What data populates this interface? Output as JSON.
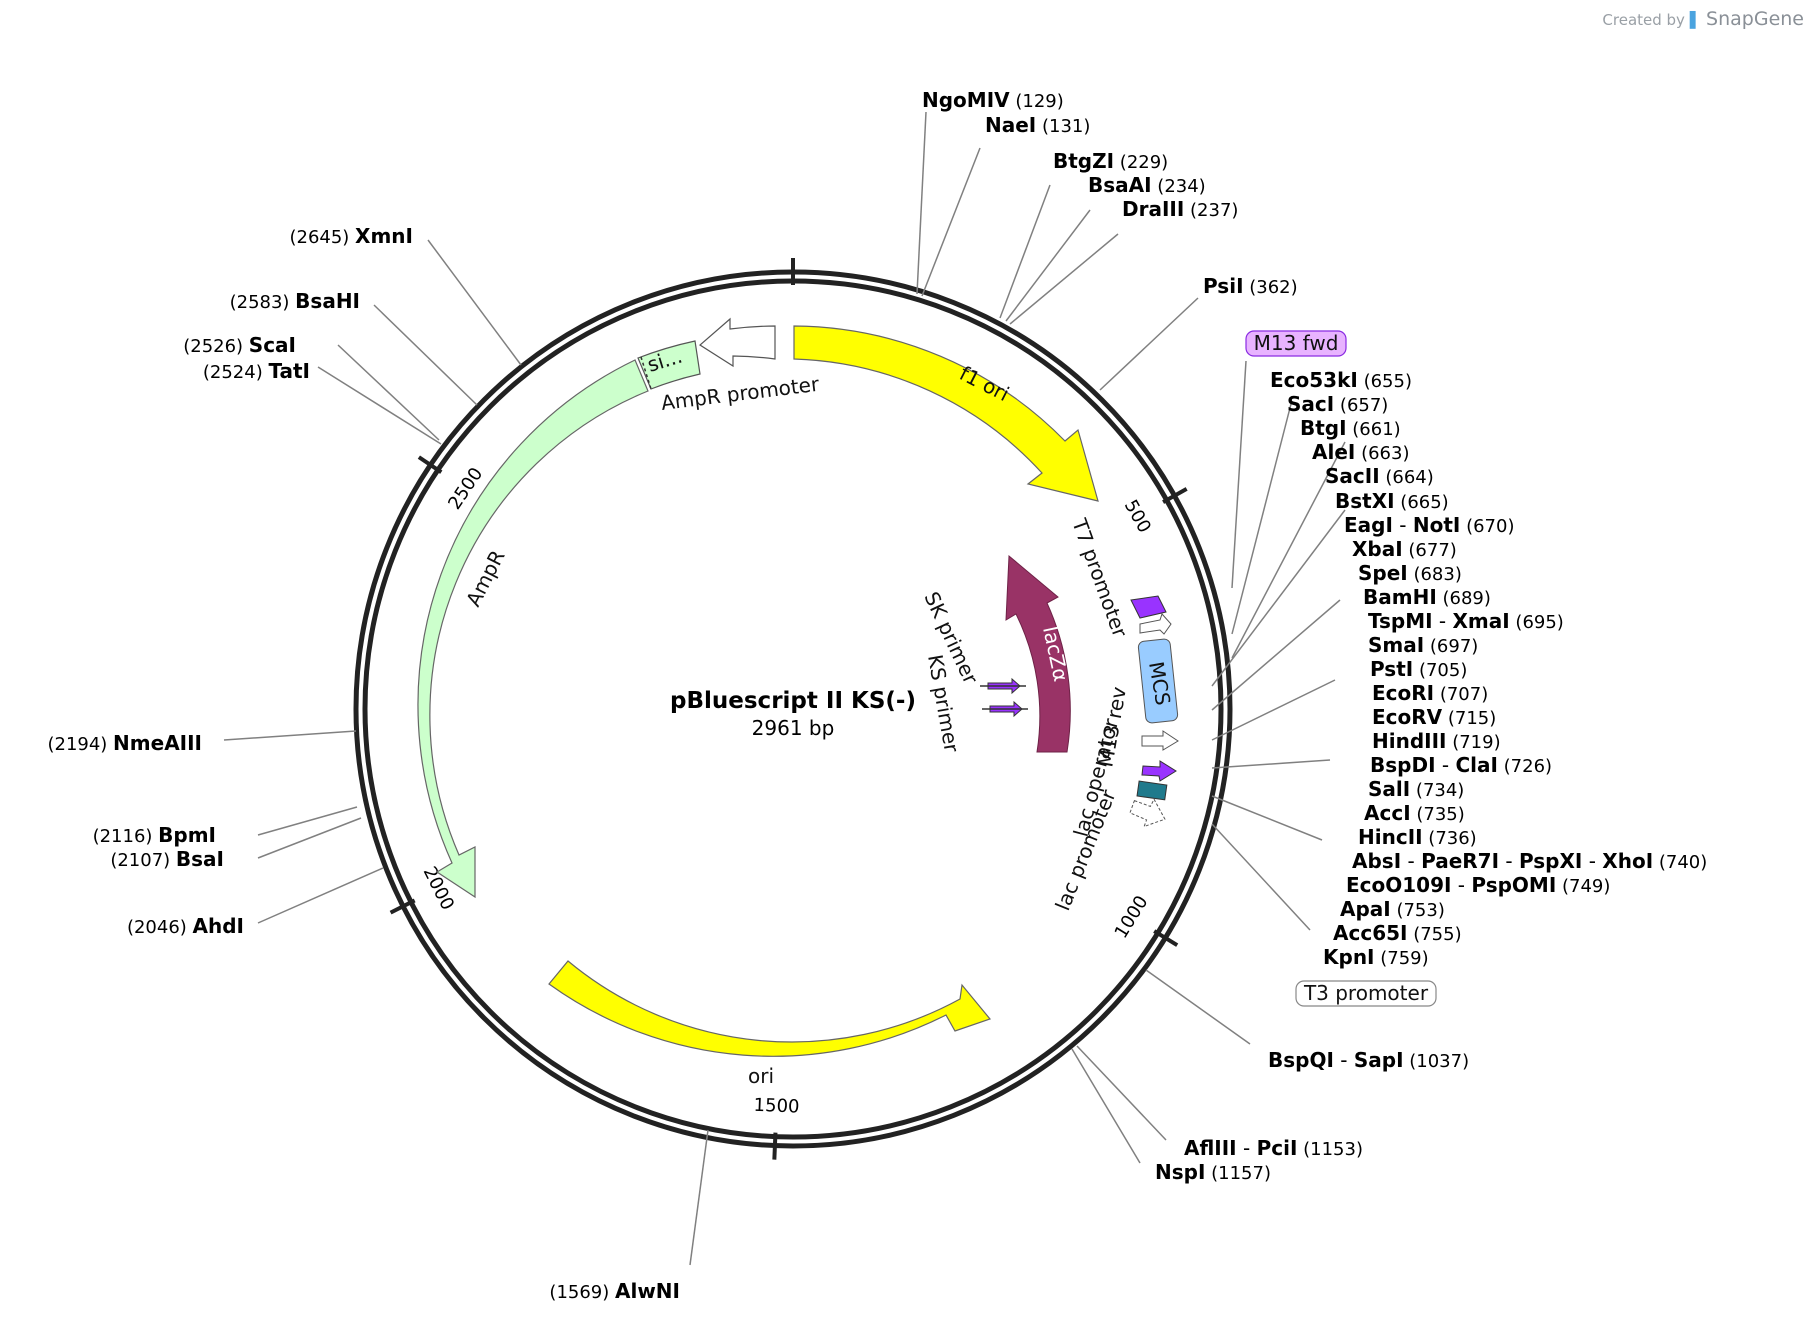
{
  "watermark": {
    "prefix": "Created by",
    "brand": "SnapGene"
  },
  "plasmid": {
    "name": "pBluescript II KS(-)",
    "length_label": "2961 bp",
    "length": 2961
  },
  "ticks": [
    {
      "pos": 0,
      "label": ""
    },
    {
      "pos": 500,
      "label": "500"
    },
    {
      "pos": 1000,
      "label": "1000"
    },
    {
      "pos": 1500,
      "label": "1500"
    },
    {
      "pos": 2000,
      "label": "2000"
    },
    {
      "pos": 2500,
      "label": "2500"
    }
  ],
  "features": [
    {
      "name": "f1 ori",
      "color": "#ffff00"
    },
    {
      "name": "AmpR",
      "color": "#ccffcc"
    },
    {
      "name": "AmpR promoter",
      "color": "#ffffff"
    },
    {
      "name": "si...",
      "color": "#ccffcc"
    },
    {
      "name": "ori",
      "color": "#ffff00"
    },
    {
      "name": "lacZα",
      "color": "#993366"
    },
    {
      "name": "MCS",
      "color": "#99ccff"
    },
    {
      "name": "T7 promoter",
      "color": "#ffffff"
    },
    {
      "name": "M13 rev",
      "color": "#9933ff"
    },
    {
      "name": "lac operator",
      "color": "#1f7a8c"
    },
    {
      "name": "lac promoter",
      "color": "#ffffff"
    },
    {
      "name": "SK primer",
      "color": "#9933ff"
    },
    {
      "name": "KS primer",
      "color": "#9933ff"
    }
  ],
  "boxed_labels": [
    {
      "name": "M13 fwd",
      "color": "#e8b3ff"
    },
    {
      "name": "T3 promoter",
      "color": "#ffffff"
    }
  ],
  "sites": [
    {
      "names": [
        "NgoMIV"
      ],
      "pos": "(129)"
    },
    {
      "names": [
        "NaeI"
      ],
      "pos": "(131)"
    },
    {
      "names": [
        "BtgZI"
      ],
      "pos": "(229)"
    },
    {
      "names": [
        "BsaAI"
      ],
      "pos": "(234)"
    },
    {
      "names": [
        "DraIII"
      ],
      "pos": "(237)"
    },
    {
      "names": [
        "PsiI"
      ],
      "pos": "(362)"
    },
    {
      "names": [
        "Eco53kI"
      ],
      "pos": "(655)"
    },
    {
      "names": [
        "SacI"
      ],
      "pos": "(657)"
    },
    {
      "names": [
        "BtgI"
      ],
      "pos": "(661)"
    },
    {
      "names": [
        "AleI"
      ],
      "pos": "(663)"
    },
    {
      "names": [
        "SacII"
      ],
      "pos": "(664)"
    },
    {
      "names": [
        "BstXI"
      ],
      "pos": "(665)"
    },
    {
      "names": [
        "EagI",
        "NotI"
      ],
      "pos": "(670)"
    },
    {
      "names": [
        "XbaI"
      ],
      "pos": "(677)"
    },
    {
      "names": [
        "SpeI"
      ],
      "pos": "(683)"
    },
    {
      "names": [
        "BamHI"
      ],
      "pos": "(689)"
    },
    {
      "names": [
        "TspMI",
        "XmaI"
      ],
      "pos": "(695)"
    },
    {
      "names": [
        "SmaI"
      ],
      "pos": "(697)"
    },
    {
      "names": [
        "PstI"
      ],
      "pos": "(705)"
    },
    {
      "names": [
        "EcoRI"
      ],
      "pos": "(707)"
    },
    {
      "names": [
        "EcoRV"
      ],
      "pos": "(715)"
    },
    {
      "names": [
        "HindIII"
      ],
      "pos": "(719)"
    },
    {
      "names": [
        "BspDI",
        "ClaI"
      ],
      "pos": "(726)"
    },
    {
      "names": [
        "SalI"
      ],
      "pos": "(734)"
    },
    {
      "names": [
        "AccI"
      ],
      "pos": "(735)"
    },
    {
      "names": [
        "HincII"
      ],
      "pos": "(736)"
    },
    {
      "names": [
        "AbsI",
        "PaeR7I",
        "PspXI",
        "XhoI"
      ],
      "pos": "(740)"
    },
    {
      "names": [
        "EcoO109I",
        "PspOMI"
      ],
      "pos": "(749)"
    },
    {
      "names": [
        "ApaI"
      ],
      "pos": "(753)"
    },
    {
      "names": [
        "Acc65I"
      ],
      "pos": "(755)"
    },
    {
      "names": [
        "KpnI"
      ],
      "pos": "(759)"
    },
    {
      "names": [
        "BspQI",
        "SapI"
      ],
      "pos": "(1037)"
    },
    {
      "names": [
        "AflIII",
        "PciI"
      ],
      "pos": "(1153)"
    },
    {
      "names": [
        "NspI"
      ],
      "pos": "(1157)"
    },
    {
      "names": [
        "AlwNI"
      ],
      "pos": "(1569)"
    },
    {
      "names": [
        "AhdI"
      ],
      "pos": "(2046)"
    },
    {
      "names": [
        "BsaI"
      ],
      "pos": "(2107)"
    },
    {
      "names": [
        "BpmI"
      ],
      "pos": "(2116)"
    },
    {
      "names": [
        "NmeAIII"
      ],
      "pos": "(2194)"
    },
    {
      "names": [
        "TatI"
      ],
      "pos": "(2524)"
    },
    {
      "names": [
        "ScaI"
      ],
      "pos": "(2526)"
    },
    {
      "names": [
        "BsaHI"
      ],
      "pos": "(2583)"
    },
    {
      "names": [
        "XmnI"
      ],
      "pos": "(2645)"
    }
  ]
}
